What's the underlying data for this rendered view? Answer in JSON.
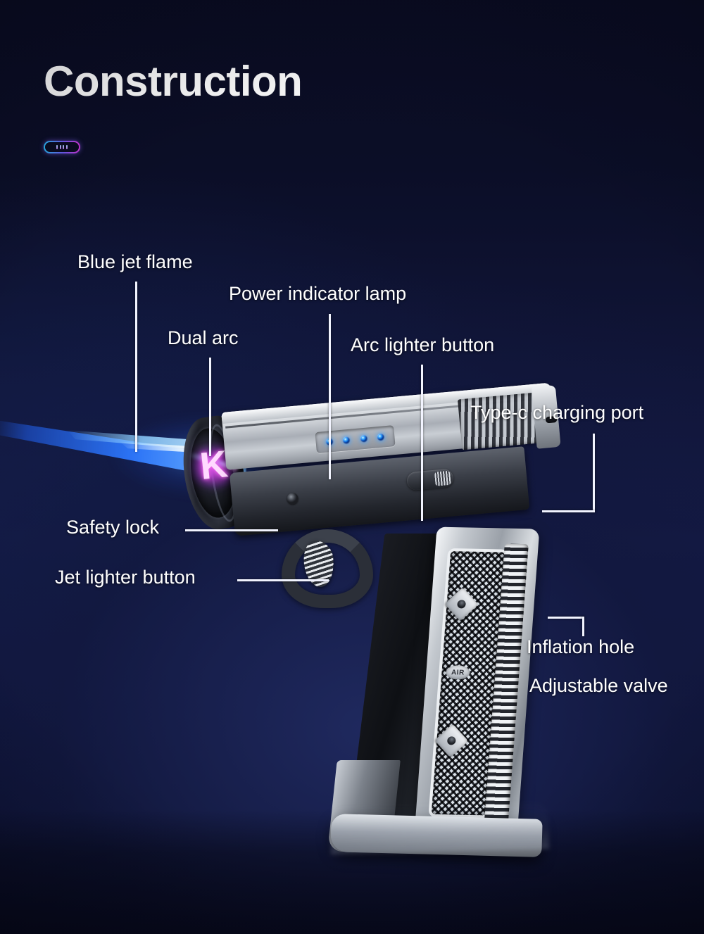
{
  "page": {
    "title": "Construction",
    "background_top": "#0a0c22",
    "background_mid": "#141a45",
    "accent_flame": "#2d78ff",
    "accent_arc": "#d13ce0",
    "accent_led": "#49b4ff"
  },
  "badge": {
    "name": "decorative-pill-badge",
    "tick_count": 4,
    "gradient_from": "#29b8f0",
    "gradient_to": "#d235d8"
  },
  "product": {
    "type": "pistol-shaped jet torch / arc lighter",
    "grip_badge_text": "AIR",
    "arc_glyph": "K",
    "led_count": 4
  },
  "callouts": [
    {
      "id": "blue-jet-flame",
      "label": "Blue jet flame",
      "leader": "vertical"
    },
    {
      "id": "power-indicator",
      "label": "Power indicator lamp",
      "leader": "vertical"
    },
    {
      "id": "dual-arc",
      "label": "Dual arc",
      "leader": "vertical"
    },
    {
      "id": "arc-lighter-button",
      "label": "Arc lighter button",
      "leader": "vertical"
    },
    {
      "id": "type-c-port",
      "label": "Type-c charging port",
      "leader": "elbow"
    },
    {
      "id": "safety-lock",
      "label": "Safety lock",
      "leader": "horizontal"
    },
    {
      "id": "jet-lighter-button",
      "label": "Jet lighter button",
      "leader": "horizontal"
    },
    {
      "id": "inflation-hole",
      "label": "Inflation hole",
      "leader": "elbow"
    },
    {
      "id": "adjustable-valve",
      "label": "Adjustable valve",
      "leader": "none"
    }
  ]
}
